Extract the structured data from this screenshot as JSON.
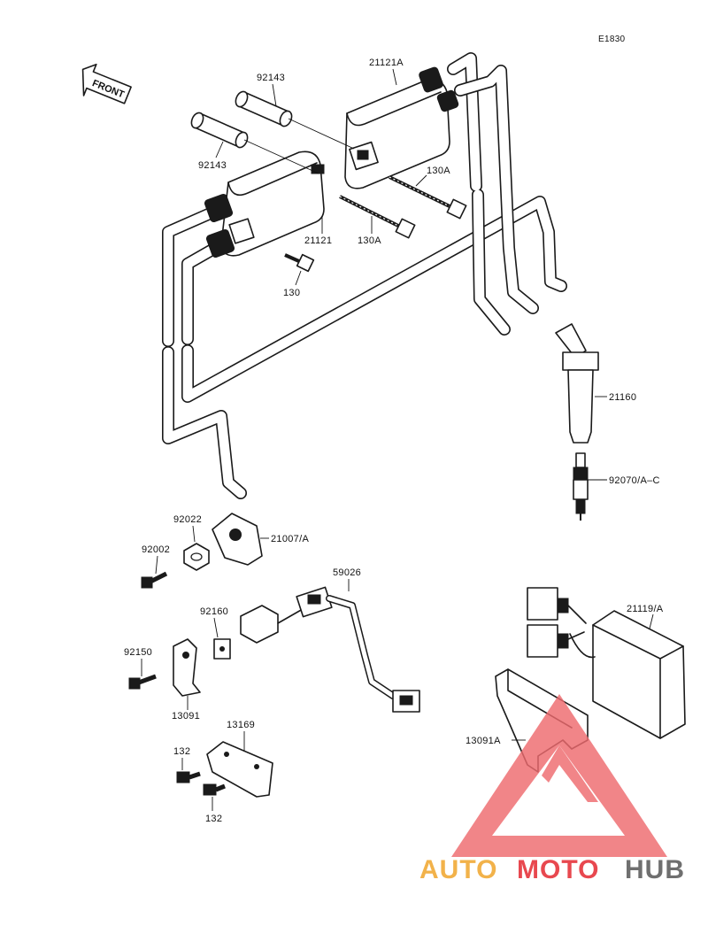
{
  "diagram": {
    "code": "E1830",
    "front_label": "FRONT",
    "labels": {
      "l_92143_top": "92143",
      "l_92143_left": "92143",
      "l_21121A": "21121A",
      "l_130A_right": "130A",
      "l_21121": "21121",
      "l_130A_mid": "130A",
      "l_130": "130",
      "l_21160": "21160",
      "l_92070": "92070/A–C",
      "l_92022": "92022",
      "l_21007": "21007/A",
      "l_92002": "92002",
      "l_59026": "59026",
      "l_92160": "92160",
      "l_21119": "21119/A",
      "l_92150": "92150",
      "l_13091": "13091",
      "l_13169": "13169",
      "l_13091A": "13091A",
      "l_132_top": "132",
      "l_132_bottom": "132"
    }
  },
  "watermark": {
    "part1": "AUTO",
    "part2": "MOTO",
    "part3": "HUB",
    "colors": {
      "auto": "#f2b24a",
      "moto": "#e8484f",
      "hub": "#6f6f6f",
      "triangle": "#ef6b6f"
    }
  }
}
